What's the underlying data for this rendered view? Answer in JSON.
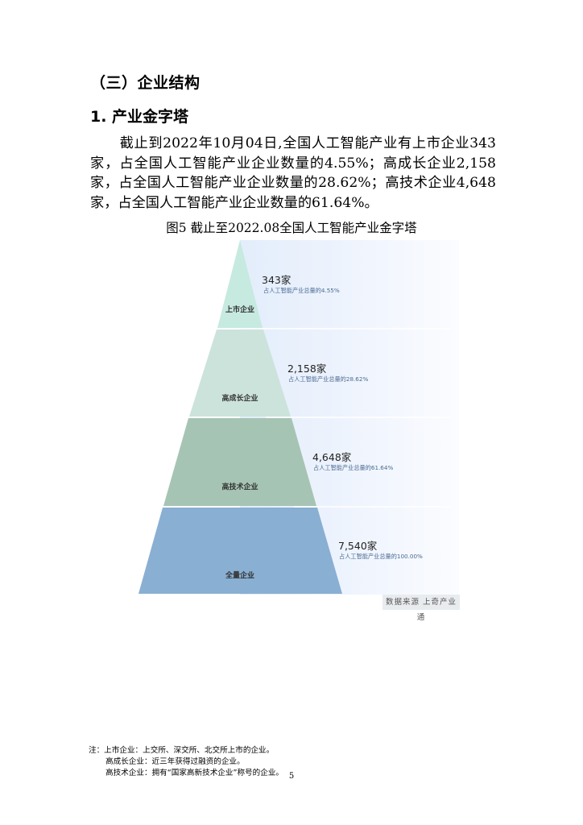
{
  "section_heading": "（三）企业结构",
  "subsection_heading": "1. 产业金字塔",
  "paragraph": "截止到2022年10月04日,全国人工智能产业有上市企业343家，占全国人工智能产业企业数量的4.55%；高成长企业2,158家，占全国人工智能产业企业数量的28.62%；高技术企业4,648家，占全国人工智能产业企业数量的61.64%。",
  "figure_title": "图5 截止至2022.08全国人工智能产业金字塔",
  "tiers": [
    {
      "label": "上市企业",
      "count": "343家",
      "share": "占人工智能产业总量的4.55%",
      "color": "#c6eadf"
    },
    {
      "label": "高成长企业",
      "count": "2,158家",
      "share": "占人工智能产业总量的28.62%",
      "color": "#cce3dc"
    },
    {
      "label": "高技术企业",
      "count": "4,648家",
      "share": "占人工智能产业总量的61.64%",
      "color": "#a6c4b3"
    },
    {
      "label": "全量企业",
      "count": "7,540家",
      "share": "占人工智能产业总量的100.00%",
      "color": "#89afd3"
    }
  ],
  "source": "数据来源 上奇产业通",
  "notes": [
    "注：上市企业：上交所、深交所、北交所上市的企业。",
    "高成长企业：近三年获得过融资的企业。",
    "高技术企业：拥有“国家高新技术企业”称号的企业。"
  ],
  "page_number": "5",
  "chart_data": {
    "type": "pyramid",
    "title": "图5 截止至2022.08全国人工智能产业金字塔",
    "categories": [
      "上市企业",
      "高成长企业",
      "高技术企业",
      "全量企业"
    ],
    "values": [
      343,
      2158,
      4648,
      7540
    ],
    "percent_of_total": [
      4.55,
      28.62,
      61.64,
      100.0
    ],
    "unit": "家",
    "source": "数据来源 上奇产业通"
  }
}
